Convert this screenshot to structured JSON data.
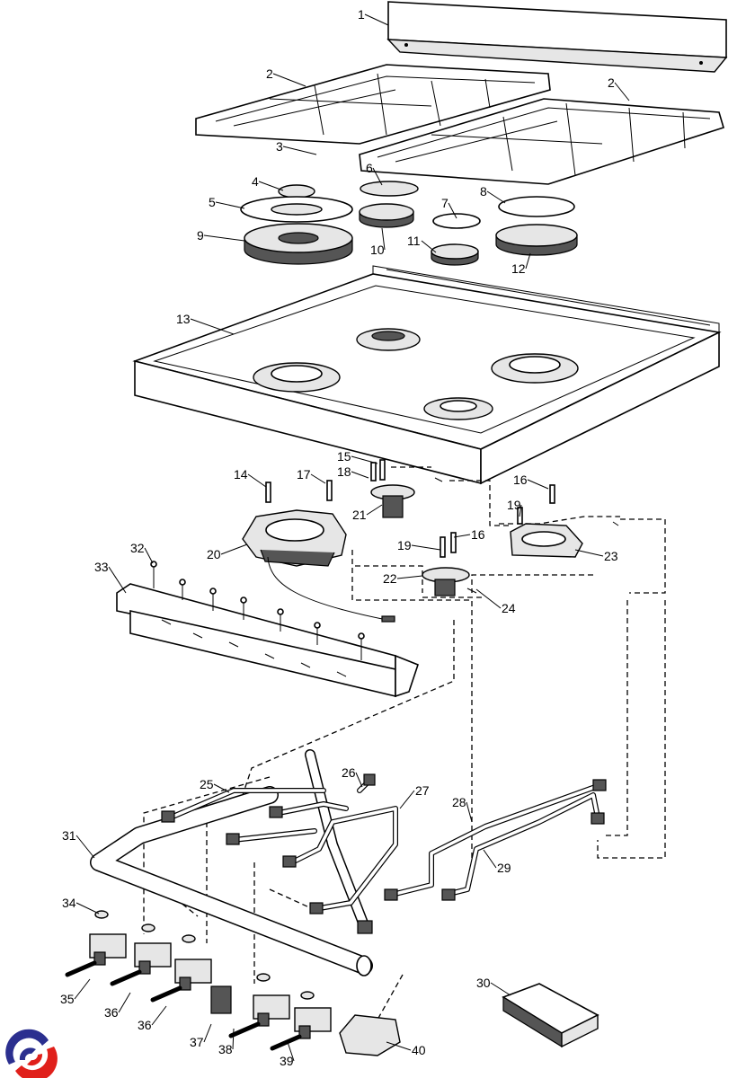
{
  "diagram": {
    "callouts": [
      "1",
      "2",
      "2",
      "3",
      "4",
      "5",
      "6",
      "7",
      "8",
      "9",
      "10",
      "11",
      "12",
      "13",
      "14",
      "15",
      "16",
      "16",
      "17",
      "18",
      "19",
      "19",
      "20",
      "21",
      "22",
      "23",
      "24",
      "25",
      "26",
      "27",
      "28",
      "29",
      "30",
      "31",
      "32",
      "33",
      "34",
      "35",
      "36",
      "36",
      "37",
      "38",
      "39",
      "40"
    ]
  },
  "logo": {
    "icon": "brand-swirl-logo",
    "colors": [
      "#2b2f8f",
      "#e0201b"
    ]
  }
}
